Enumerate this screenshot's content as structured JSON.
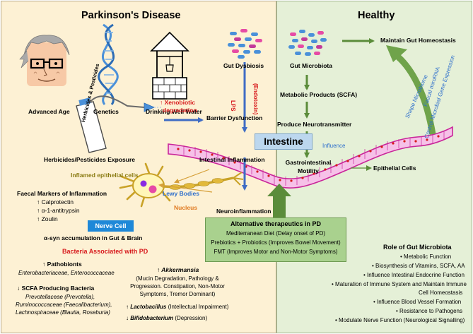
{
  "pd": {
    "title": "Parkinson's Disease",
    "advanced_age": "Advanced Age",
    "genetics": "Genetics",
    "well_water": "Drinking Well Water",
    "bottle_label": "Herbicides & Pesticides",
    "herbicides": "Herbicides/Pesticides Exposure",
    "xenobiotic_1": "↑ Xenobiotic",
    "xenobiotic_2": "degradation",
    "gut_dysbiosis": "Gut Dysbiosis",
    "lps": "LPS",
    "endotoxin": "(Endotoxin)",
    "barrier": "Barrier Dysfunction",
    "intestinal_inflammation": "Intestinal Inflammation",
    "inflamed_cells": "Inflamed epithelial cells",
    "faecal_title": "Faecal Markers of Inflammation",
    "faecal_markers": [
      "↑ Calprotectin",
      "↑ α-1-antitrypsin",
      "↑ Zoulin"
    ],
    "lewy_bodies": "Lewy Bodies",
    "nucleus": "Nucleus",
    "neuroinflammation": "Neuroinflammation",
    "nerve_cell": "Nerve Cell",
    "asyn": "α-syn accumulation in Gut & Brain",
    "bacteria_title": "Bacteria Associated with PD",
    "pathobionts_title": "↑ Pathobionts",
    "pathobionts_list": "Enterobacteriaceae, Enterococcaceae",
    "scfa_title": "↓ SCFA Producing Bacteria",
    "scfa_list": [
      "Prevotellaceae (Prevotella),",
      "Ruminococcaceae (Faecalibacterium),",
      "Lachnospiraceae (Blautia, Roseburia)"
    ],
    "akkermansia_title": "↑ Akkermansia",
    "akkermansia_desc": [
      "(Mucin Degradation, Pathology &",
      "Progression. Constipation, Non-Motor",
      "Symptoms, Tremor Dominant)"
    ],
    "lactobacillus_name": "↑ Lactobacillus",
    "lactobacillus_desc": "(Intellectual Impairment)",
    "bifido_name": "↓ Bifidobacterium",
    "bifido_desc": "(Depression)"
  },
  "intestine_label": "Intestine",
  "alt": {
    "title": "Alternative therapeutics in PD",
    "lines": [
      "Mediterranean Diet (Delay onset of PD)",
      "Prebiotics + Probiotics (Improves Bowel Movement)",
      "FMT (Improves Motor and Non-Motor Symptoms)"
    ]
  },
  "healthy": {
    "title": "Healthy",
    "gut_microbiota": "Gut Microbiota",
    "maintain": "Maintain Gut Homeostasis",
    "metabolic_products": "Metabolic Products (SCFA)",
    "produce_nt": "Produce Neurotransmitter",
    "influence": "Influence",
    "gi_motility_1": "Gastrointestinal",
    "gi_motility_2": "Motility",
    "epithelial": "Epithelial Cells",
    "shape": "Shape Microbiome",
    "faecal_mirna": "Faecal miroRNA",
    "control": "Control Microbial Gene Expression",
    "role_title": "Role of Gut Microbiota",
    "roles": [
      "Metabolic Function",
      "Biosynthesis of Vitamins, SCFA, AA",
      "Influence Intestinal Endocrine Function",
      "Maturation of Immune System and Maintain Immune",
      "Cell Homeostasis",
      "Influence Blood Vessel Formation",
      "Resistance to Pathogens",
      "Modulate Nerve Function (Neurological Signalling)"
    ]
  },
  "colors": {
    "pd_bg": "#fdf1d4",
    "healthy_bg": "#e5f0d7",
    "arrow_blue": "#3f6cc4",
    "arrow_green": "#5b8c3a",
    "text_red": "#d7191c",
    "intestine_pink": "#e87cd0"
  }
}
